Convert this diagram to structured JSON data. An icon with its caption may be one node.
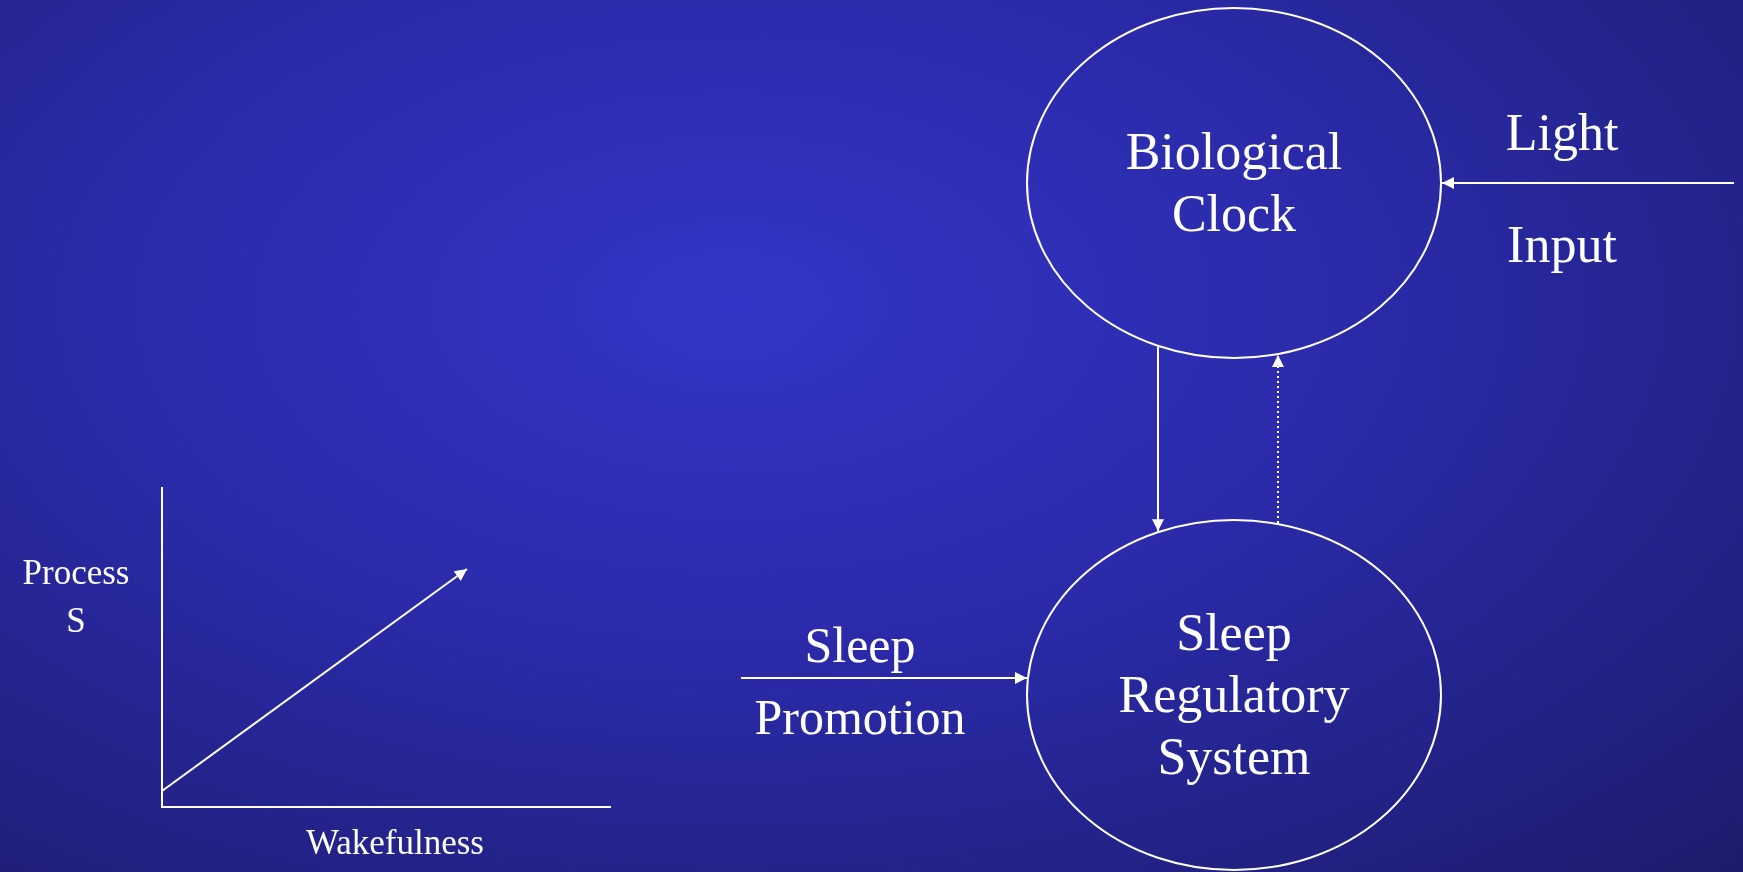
{
  "diagram": {
    "nodes": [
      {
        "text": [
          "Biological Clock"
        ]
      },
      {
        "text": [
          "Sleep Regulatory System"
        ]
      }
    ],
    "edges": [
      {
        "from": 0,
        "to": 1,
        "arrow": "to"
      },
      {
        "from": 1,
        "to": 0,
        "arrow": "to",
        "style": "dashed"
      },
      {
        "from": null,
        "to": 0,
        "arrow": "to",
        "label": "Light Input"
      },
      {
        "from": null,
        "to": 1,
        "arrow": "to",
        "label": "Sleep Promotion"
      }
    ],
    "labels": [
      "Process S",
      "Wakefulness"
    ]
  }
}
